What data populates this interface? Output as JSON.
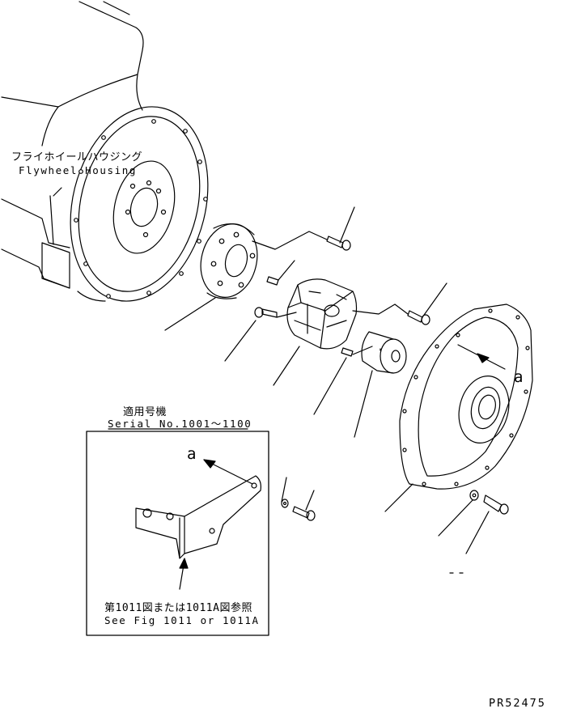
{
  "labels": {
    "housing_jp": "フライホイールハウジング",
    "housing_en": "Flywheel Housing",
    "serial_jp": "適用号機",
    "serial_en": "Serial No.1001～1100",
    "seefig_jp": "第1011図または1011A図参照",
    "seefig_en": "See Fig 1011 or 1011A",
    "view_a_main": "a",
    "view_a_inset": "a",
    "drawing_no": "PR52475"
  }
}
